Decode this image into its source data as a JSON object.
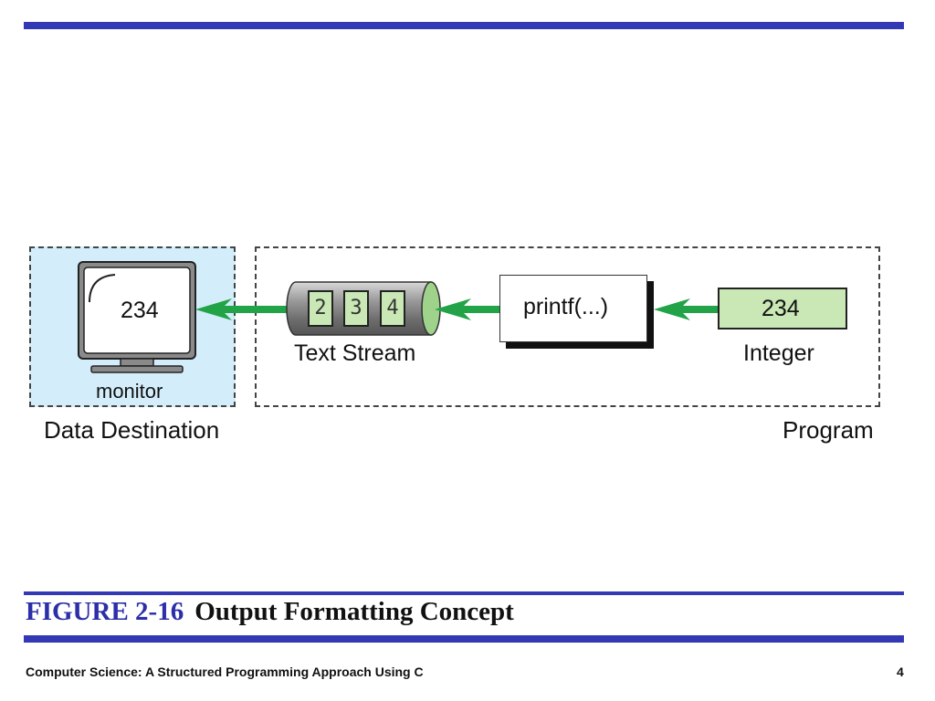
{
  "colors": {
    "rule": "#3338b5",
    "caption_number": "#2c2fa8",
    "destination_fill": "#d3eefa",
    "arrow": "#22a347",
    "value_fill": "#c9e8b5"
  },
  "diagram": {
    "destination": {
      "caption": "Data Destination",
      "device_label": "monitor",
      "screen_value": "234"
    },
    "program": {
      "caption": "Program",
      "stream_label": "Text Stream",
      "stream_chars": [
        "2",
        "3",
        "4"
      ],
      "function_label": "printf(...)",
      "integer_label": "Integer",
      "integer_value": "234"
    }
  },
  "figure": {
    "number": "FIGURE 2-16",
    "title": "Output Formatting Concept"
  },
  "footer": {
    "book_title": "Computer Science: A Structured Programming Approach Using C",
    "page": "4"
  }
}
